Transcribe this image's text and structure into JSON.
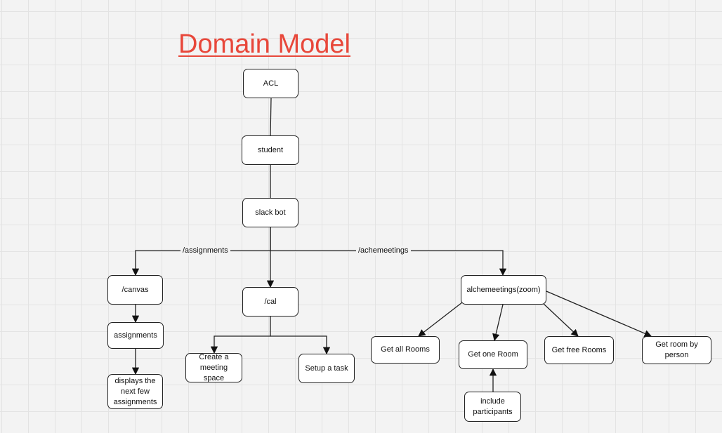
{
  "title": "Domain Model",
  "nodes": {
    "acl": "ACL",
    "student": "student",
    "slack_bot": "slack bot",
    "canvas": "/canvas",
    "assignments": "assignments",
    "displays": "displays the next few assignments",
    "cal": "/cal",
    "create_meeting": "Create a meeting space",
    "setup_task": "Setup a task",
    "alchemeetings": "alchemeetings(zoom)",
    "get_all_rooms": "Get all Rooms",
    "get_one_room": "Get one Room",
    "get_free_rooms": "Get free Rooms",
    "get_room_by_person": "Get room by person",
    "include_participants": "include participants"
  },
  "edge_labels": {
    "assignments": "/assignments",
    "achemeetings": "/achemeetings"
  }
}
